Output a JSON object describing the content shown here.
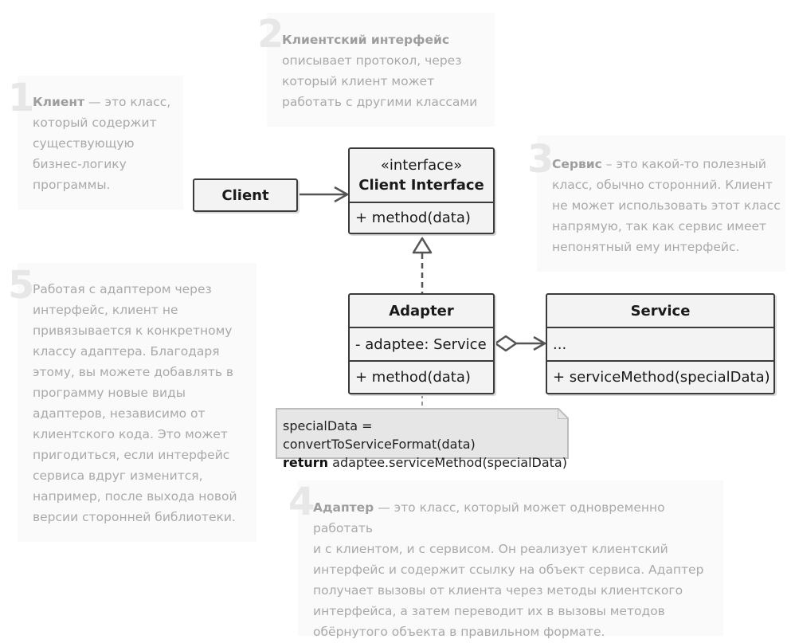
{
  "notes": {
    "n1": {
      "num": "1",
      "bold": "Клиент",
      "lines": [
        "— это класс,",
        "который содержит",
        "существующую",
        "бизнес-логику",
        "программы."
      ]
    },
    "n2": {
      "num": "2",
      "bold": "Клиентский интерфейс",
      "lines": [
        "описывает протокол, через",
        "который клиент может",
        "работать с другими классами"
      ]
    },
    "n3": {
      "num": "3",
      "bold": "Сервис",
      "lines": [
        "– это какой-то полезный",
        "класс, обычно сторонний. Клиент",
        "не может использовать этот класс",
        "напрямую, так как сервис имеет",
        "непонятный ему интерфейс."
      ]
    },
    "n4": {
      "num": "4",
      "bold": "Адаптер",
      "lines": [
        "— это класс, который может одновременно работать",
        "и с клиентом, и с сервисом. Он реализует клиентский",
        "интерфейс и содержит ссылку на объект сервиса. Адаптер",
        "получает вызовы от клиента через методы клиентского",
        "интерфейса, а затем переводит их в вызовы методов",
        "обёрнутого объекта в правильном формате."
      ]
    },
    "n5": {
      "num": "5",
      "lines": [
        "Работая с адаптером через",
        "интерфейс, клиент не",
        "привязывается к конкретному",
        "классу адаптера. Благодаря",
        "этому, вы можете добавлять в",
        "программу новые виды",
        "адаптеров, независимо от",
        "клиентского кода. Это может",
        "пригодиться, если интерфейс",
        "сервиса вдруг изменится,",
        "например, после выхода новой",
        "версии сторонней библиотеки."
      ]
    }
  },
  "classes": {
    "client": {
      "name": "Client"
    },
    "client_interface": {
      "stereotype": "«interface»",
      "name": "Client Interface",
      "method": "+ method(data)"
    },
    "adapter": {
      "name": "Adapter",
      "field": "- adaptee: Service",
      "method": "+ method(data)"
    },
    "service": {
      "name": "Service",
      "field": "...",
      "method": "+ serviceMethod(specialData)"
    }
  },
  "code_note": {
    "line1": "specialData = convertToServiceFormat(data)",
    "line2_keyword": "return",
    "line2_rest": " adaptee.serviceMethod(specialData)"
  }
}
